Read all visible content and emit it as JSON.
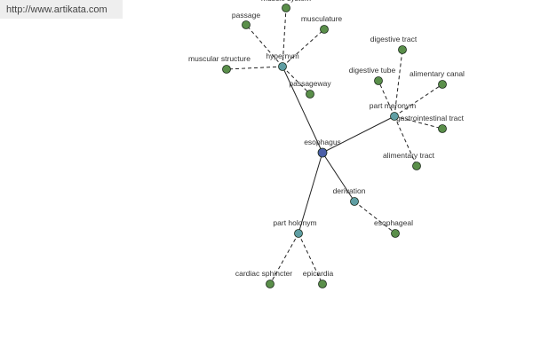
{
  "header": {
    "url": "http://www.artikata.com"
  },
  "colors": {
    "center": "#4a5fa8",
    "relation": "#5f9ea3",
    "leaf": "#5a8f4a",
    "edge": "#222222"
  },
  "graph": {
    "center": {
      "id": "esophagus",
      "label": "esophagus"
    },
    "relations": [
      {
        "id": "hypernym",
        "label": "hypernym"
      },
      {
        "id": "part-meronym",
        "label": "part meronym"
      },
      {
        "id": "derivation",
        "label": "derivation"
      },
      {
        "id": "part-holonym",
        "label": "part holonym"
      }
    ],
    "leaves": [
      {
        "id": "muscle-system",
        "label": "muscle system",
        "parent": "hypernym"
      },
      {
        "id": "passage",
        "label": "passage",
        "parent": "hypernym"
      },
      {
        "id": "musculature",
        "label": "musculature",
        "parent": "hypernym"
      },
      {
        "id": "muscular-structure",
        "label": "muscular structure",
        "parent": "hypernym"
      },
      {
        "id": "passageway",
        "label": "passageway",
        "parent": "hypernym"
      },
      {
        "id": "digestive-tract",
        "label": "digestive tract",
        "parent": "part-meronym"
      },
      {
        "id": "digestive-tube",
        "label": "digestive tube",
        "parent": "part-meronym"
      },
      {
        "id": "alimentary-canal",
        "label": "alimentary canal",
        "parent": "part-meronym"
      },
      {
        "id": "gastrointestinal-tract",
        "label": "gastrointestinal tract",
        "parent": "part-meronym"
      },
      {
        "id": "alimentary-tract",
        "label": "alimentary tract",
        "parent": "part-meronym"
      },
      {
        "id": "esophageal",
        "label": "esophageal",
        "parent": "derivation"
      },
      {
        "id": "cardiac-sphincter",
        "label": "cardiac sphincter",
        "parent": "part-holonym"
      },
      {
        "id": "epicardia",
        "label": "epicardia",
        "parent": "part-holonym"
      }
    ]
  }
}
